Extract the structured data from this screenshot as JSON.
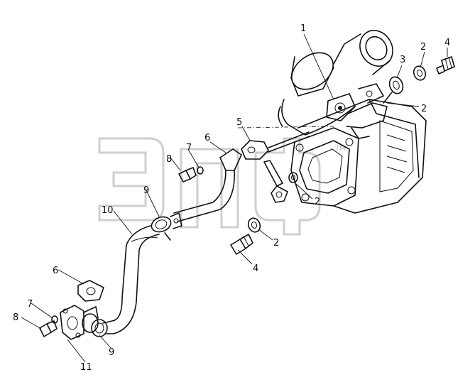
{
  "watermark": {
    "text": "эпф",
    "mark": "TM"
  },
  "callouts": [
    {
      "id": "c1",
      "text": "1"
    },
    {
      "id": "c2a",
      "text": "2"
    },
    {
      "id": "c2b",
      "text": "2"
    },
    {
      "id": "c2c",
      "text": "2"
    },
    {
      "id": "c2d",
      "text": "2"
    },
    {
      "id": "c3",
      "text": "3"
    },
    {
      "id": "c4a",
      "text": "4"
    },
    {
      "id": "c4b",
      "text": "4"
    },
    {
      "id": "c5",
      "text": "5"
    },
    {
      "id": "c6a",
      "text": "6"
    },
    {
      "id": "c6b",
      "text": "6"
    },
    {
      "id": "c7a",
      "text": "7"
    },
    {
      "id": "c7b",
      "text": "7"
    },
    {
      "id": "c8a",
      "text": "8"
    },
    {
      "id": "c8b",
      "text": "8"
    },
    {
      "id": "c9a",
      "text": "9"
    },
    {
      "id": "c9b",
      "text": "9"
    },
    {
      "id": "c10",
      "text": "10"
    },
    {
      "id": "c11",
      "text": "11"
    }
  ],
  "colors": {
    "ink": "#111111",
    "watermark": "#cfcfcf",
    "background": "#ffffff"
  }
}
